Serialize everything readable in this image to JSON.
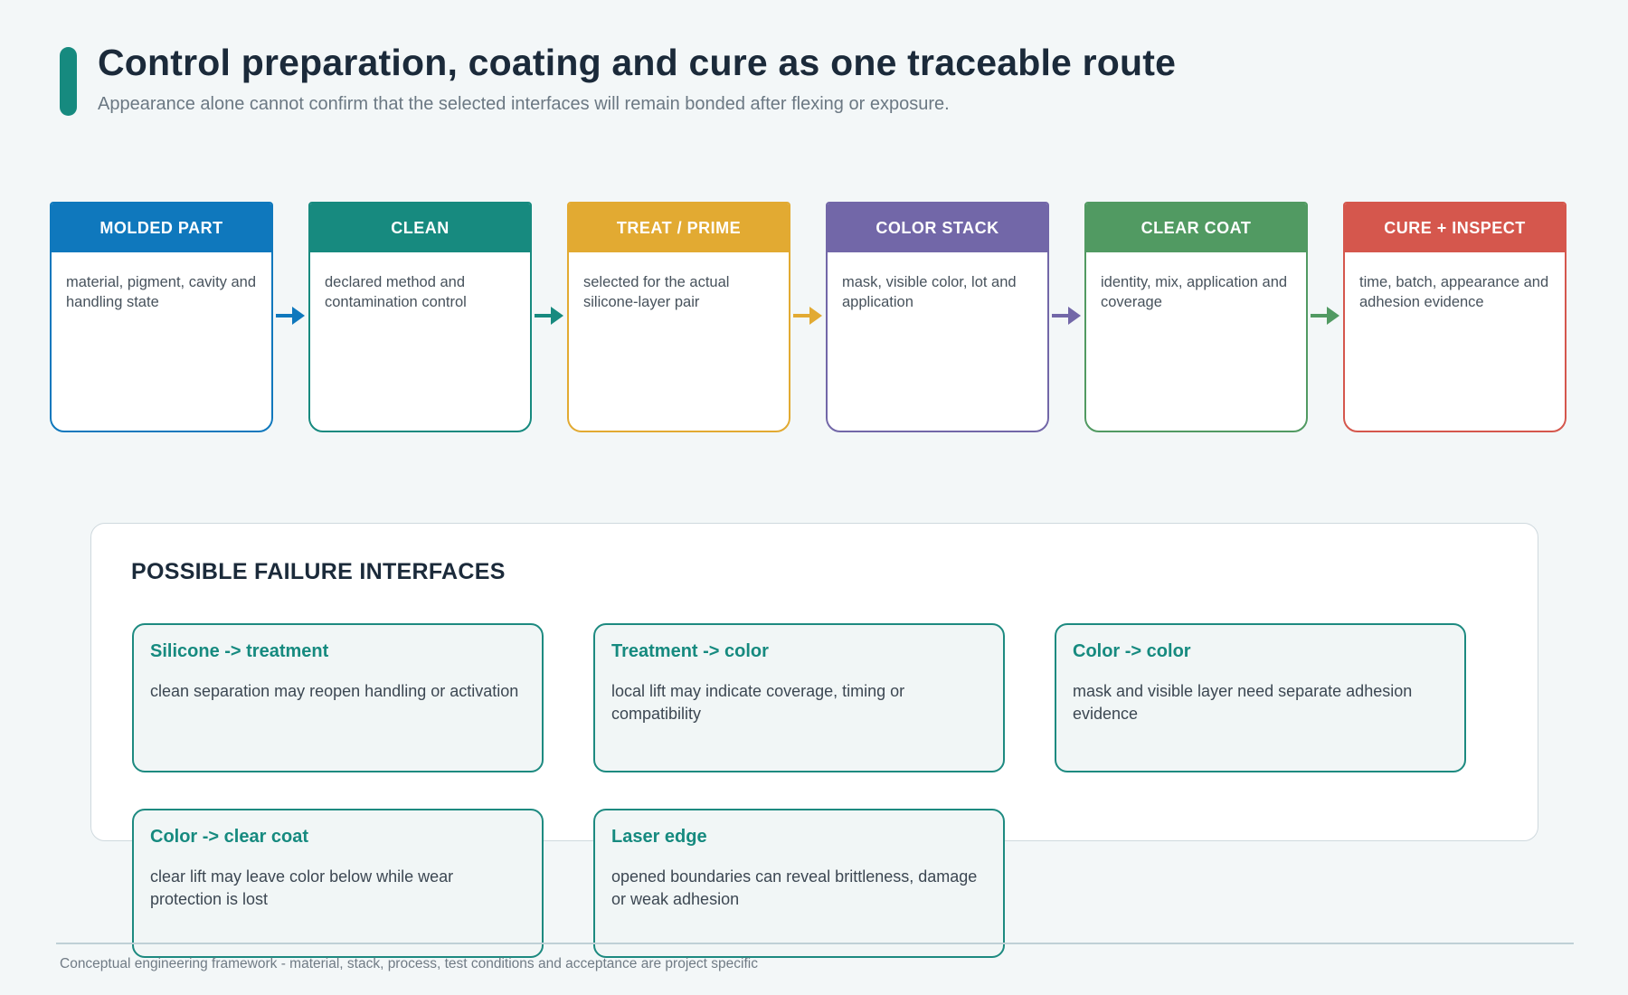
{
  "header": {
    "title": "Control preparation, coating and cure as one traceable route",
    "subtitle": "Appearance alone cannot confirm that the selected interfaces will remain bonded after flexing or exposure.",
    "accent_color": "#168a7f"
  },
  "process_steps": [
    {
      "title": "MOLDED PART",
      "text": "material, pigment, cavity and handling state",
      "color": "#0f78bd"
    },
    {
      "title": "CLEAN",
      "text": "declared method and contamination control",
      "color": "#178a7f"
    },
    {
      "title": "TREAT / PRIME",
      "text": "selected for the actual silicone-layer pair",
      "color": "#e2aa32"
    },
    {
      "title": "COLOR STACK",
      "text": "mask, visible color, lot and application",
      "color": "#7267a8"
    },
    {
      "title": "CLEAR COAT",
      "text": "identity, mix, application and coverage",
      "color": "#519a62"
    },
    {
      "title": "CURE + INSPECT",
      "text": "time, batch, appearance and adhesion evidence",
      "color": "#d5574d"
    }
  ],
  "failure_panel": {
    "title": "POSSIBLE FAILURE INTERFACES",
    "cards": [
      {
        "title": "Silicone -> treatment",
        "text": "clean separation may reopen handling or activation"
      },
      {
        "title": "Treatment -> color",
        "text": "local lift may indicate coverage, timing or compatibility"
      },
      {
        "title": "Color -> color",
        "text": "mask and visible layer need separate adhesion evidence"
      },
      {
        "title": "Color -> clear coat",
        "text": "clear lift may leave color below while wear protection is lost"
      },
      {
        "title": "Laser edge",
        "text": "opened boundaries can reveal brittleness, damage or weak adhesion"
      }
    ]
  },
  "footer": {
    "note": "Conceptual engineering framework - material, stack, process, test conditions and acceptance are project specific"
  }
}
